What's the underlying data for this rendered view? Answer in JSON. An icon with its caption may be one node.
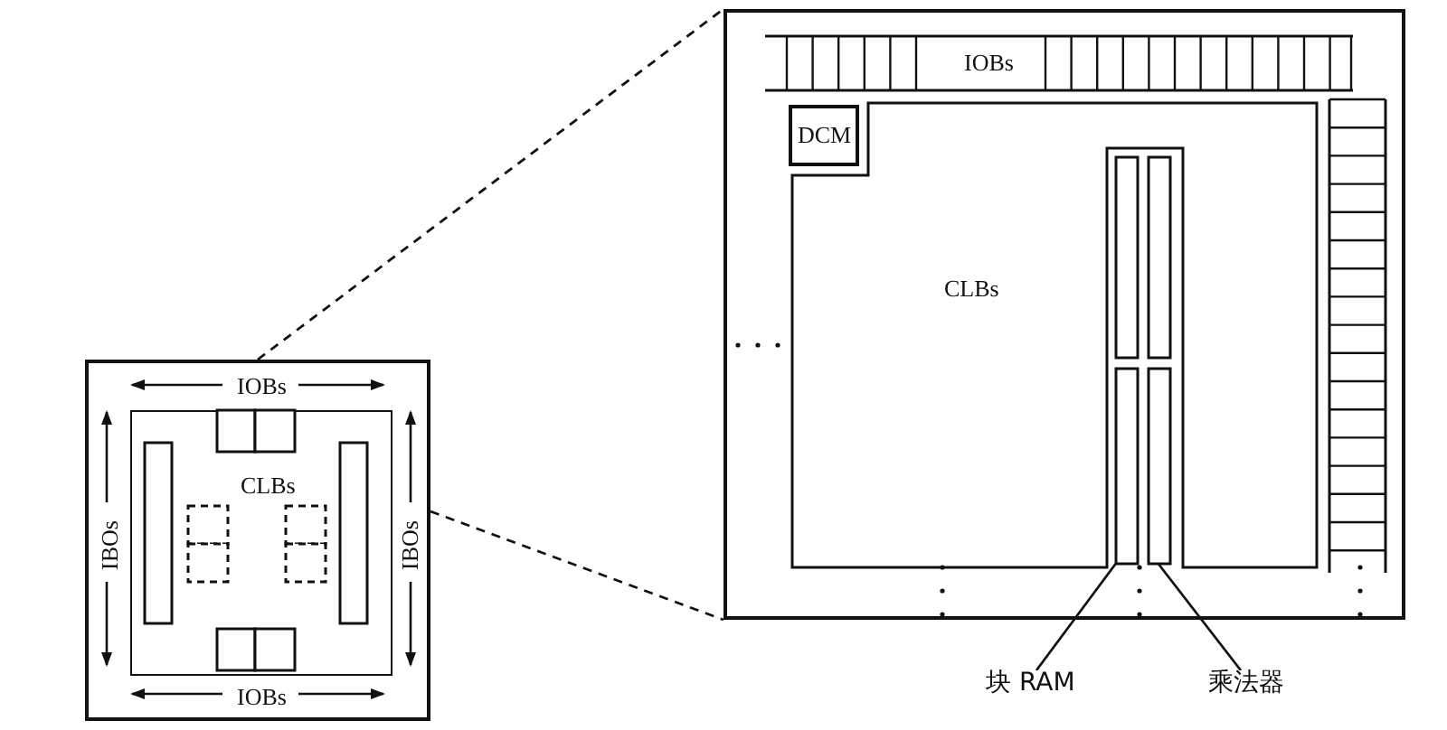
{
  "diagram": {
    "nodes": [
      {
        "text": [
          "IOBs",
          "IBOs",
          "IBOs",
          "IOBs"
        ]
      },
      {
        "text": [
          "CLBs"
        ],
        "in": 0
      },
      {
        "text": [],
        "shape": "box"
      },
      {
        "text": [
          "IOBs"
        ],
        "in": 2
      },
      {
        "text": [
          "DCM"
        ],
        "in": 2
      },
      {
        "text": [
          "CLBs"
        ],
        "in": 2
      },
      {
        "text": [],
        "shape": "bar",
        "in": 2
      },
      {
        "text": [],
        "shape": "bar",
        "in": 2
      },
      {
        "text": [
          "块 RAM"
        ]
      },
      {
        "text": [
          "乘法器"
        ]
      }
    ],
    "edges": [
      {
        "from": 0,
        "to": 2,
        "arrow": "none",
        "style": "dashed"
      },
      {
        "from": 0,
        "to": 2,
        "arrow": "none",
        "style": "dashed"
      },
      {
        "from": 8,
        "to": 6,
        "arrow": "none"
      },
      {
        "from": 9,
        "to": 7,
        "arrow": "none"
      }
    ]
  }
}
